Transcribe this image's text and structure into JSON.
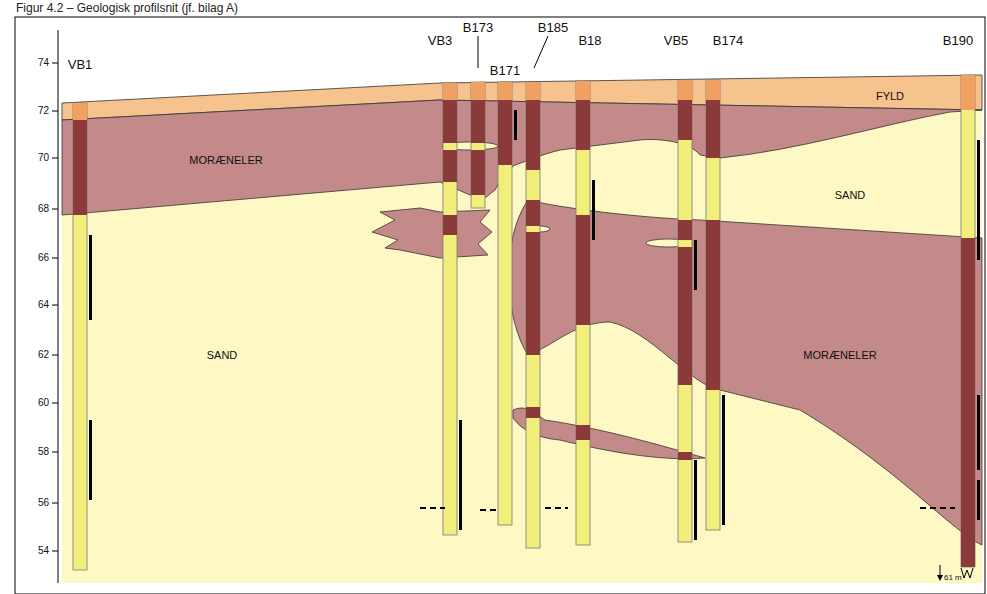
{
  "diagram": {
    "title": "Figur 4.2 – Geologisk profilsnit (jf. bilag A)",
    "labels": [
      "74",
      "72",
      "70",
      "68",
      "66",
      "64",
      "62",
      "60",
      "58",
      "56",
      "54",
      "VB1",
      "VB3",
      "B173",
      "B171",
      "B185",
      "B18",
      "VB5",
      "B174",
      "B190",
      "FYLD",
      "MORÆNELER",
      "SAND",
      "SAND",
      "MORÆNELER",
      "61 m"
    ]
  }
}
